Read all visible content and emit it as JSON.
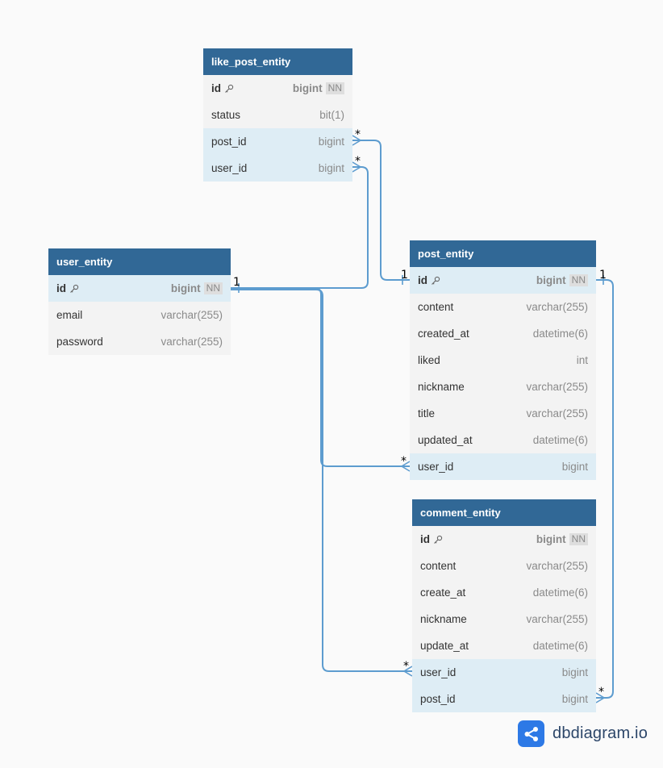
{
  "tables": {
    "like_post_entity": {
      "name": "like_post_entity",
      "fields": [
        {
          "name": "id",
          "type": "bigint",
          "nn": "NN"
        },
        {
          "name": "status",
          "type": "bit(1)"
        },
        {
          "name": "post_id",
          "type": "bigint"
        },
        {
          "name": "user_id",
          "type": "bigint"
        }
      ]
    },
    "user_entity": {
      "name": "user_entity",
      "fields": [
        {
          "name": "id",
          "type": "bigint",
          "nn": "NN"
        },
        {
          "name": "email",
          "type": "varchar(255)"
        },
        {
          "name": "password",
          "type": "varchar(255)"
        }
      ]
    },
    "post_entity": {
      "name": "post_entity",
      "fields": [
        {
          "name": "id",
          "type": "bigint",
          "nn": "NN"
        },
        {
          "name": "content",
          "type": "varchar(255)"
        },
        {
          "name": "created_at",
          "type": "datetime(6)"
        },
        {
          "name": "liked",
          "type": "int"
        },
        {
          "name": "nickname",
          "type": "varchar(255)"
        },
        {
          "name": "title",
          "type": "varchar(255)"
        },
        {
          "name": "updated_at",
          "type": "datetime(6)"
        },
        {
          "name": "user_id",
          "type": "bigint"
        }
      ]
    },
    "comment_entity": {
      "name": "comment_entity",
      "fields": [
        {
          "name": "id",
          "type": "bigint",
          "nn": "NN"
        },
        {
          "name": "content",
          "type": "varchar(255)"
        },
        {
          "name": "create_at",
          "type": "datetime(6)"
        },
        {
          "name": "nickname",
          "type": "varchar(255)"
        },
        {
          "name": "update_at",
          "type": "datetime(6)"
        },
        {
          "name": "user_id",
          "type": "bigint"
        },
        {
          "name": "post_id",
          "type": "bigint"
        }
      ]
    }
  },
  "relationships": [
    {
      "from": "like_post_entity.post_id",
      "to": "post_entity.id",
      "from_card": "*",
      "to_card": "1"
    },
    {
      "from": "like_post_entity.user_id",
      "to": "user_entity.id",
      "from_card": "*",
      "to_card": "1"
    },
    {
      "from": "post_entity.user_id",
      "to": "user_entity.id",
      "from_card": "*",
      "to_card": "1"
    },
    {
      "from": "comment_entity.user_id",
      "to": "user_entity.id",
      "from_card": "*",
      "to_card": "1"
    },
    {
      "from": "comment_entity.post_id",
      "to": "post_entity.id",
      "from_card": "*",
      "to_card": "1"
    }
  ],
  "colors": {
    "header": "#316896",
    "row": "#f3f3f3",
    "highlight_row": "#deedf5",
    "connector": "#5d9ccf"
  },
  "brand": {
    "text": "dbdiagram.io",
    "icon": "share-icon"
  }
}
